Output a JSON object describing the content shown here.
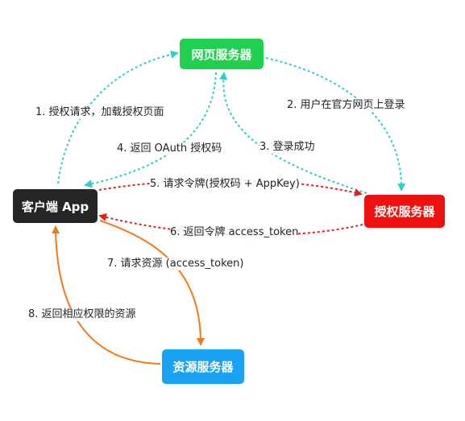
{
  "nodes": {
    "web": {
      "label": "网页服务器",
      "color": "#1fd14f"
    },
    "auth": {
      "label": "授权服务器",
      "color": "#ee1111"
    },
    "client": {
      "label": "客户端 App",
      "color": "#262626"
    },
    "res": {
      "label": "资源服务器",
      "color": "#1aa3f5"
    }
  },
  "edges": [
    {
      "label": "1. 授权请求，加载授权页面",
      "color": "#2ccfc9",
      "style": "dotted"
    },
    {
      "label": "2. 用户在官方网页上登录",
      "color": "#2ccfc9",
      "style": "dotted"
    },
    {
      "label": "3. 登录成功",
      "color": "#2ccfc9",
      "style": "dotted"
    },
    {
      "label": "4. 返回 OAuth 授权码",
      "color": "#2ccfc9",
      "style": "dotted"
    },
    {
      "label": "5. 请求令牌(授权码 + AppKey)",
      "color": "#e02020",
      "style": "dotted"
    },
    {
      "label": "6. 返回令牌 access_token",
      "color": "#e02020",
      "style": "dotted"
    },
    {
      "label": "7. 请求资源 (access_token)",
      "color": "#f07a1a",
      "style": "solid"
    },
    {
      "label": "8. 返回相应权限的资源",
      "color": "#f07a1a",
      "style": "solid"
    }
  ]
}
